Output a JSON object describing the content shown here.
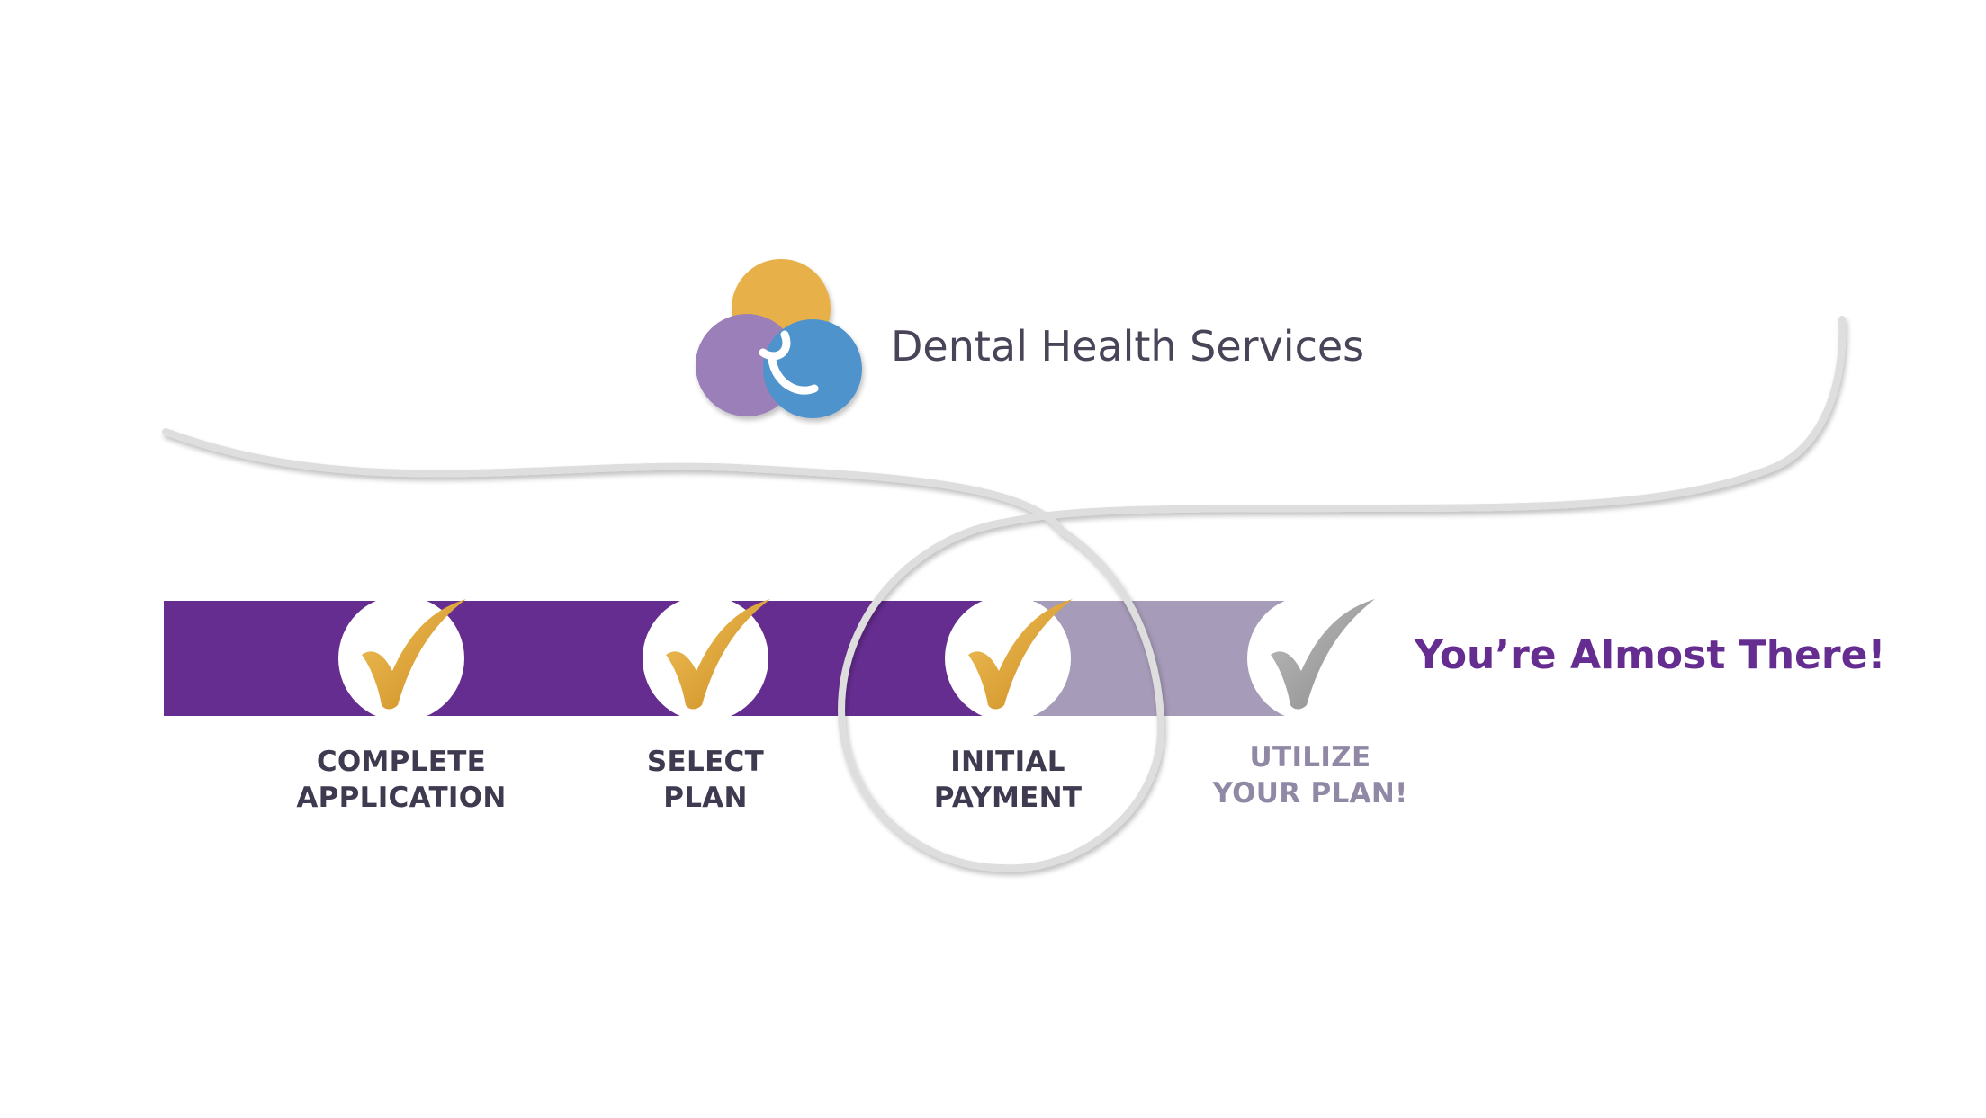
{
  "brand": {
    "name": "Dental Health Services",
    "logo_colors": [
      "#e8b04a",
      "#9a7fb8",
      "#4f93cc"
    ]
  },
  "colors": {
    "progress_done": "#662d91",
    "progress_pending": "#a69bb8",
    "check_done": "#e0a431",
    "check_pending": "#9b9b9b",
    "label_done": "#3f3a4f",
    "label_pending": "#9088a5",
    "swoosh": "#dedede"
  },
  "progress": {
    "steps_completed": 3,
    "steps_total": 4
  },
  "steps": [
    {
      "line1": "COMPLETE",
      "line2": "APPLICATION",
      "completed": true,
      "icon": "check-icon"
    },
    {
      "line1": "SELECT",
      "line2": "PLAN",
      "completed": true,
      "icon": "check-icon"
    },
    {
      "line1": "INITIAL",
      "line2": "PAYMENT",
      "completed": true,
      "icon": "check-icon"
    },
    {
      "line1": "UTILIZE",
      "line2": "YOUR PLAN!",
      "completed": false,
      "icon": "check-icon"
    }
  ],
  "tagline": "You’re Almost There!"
}
